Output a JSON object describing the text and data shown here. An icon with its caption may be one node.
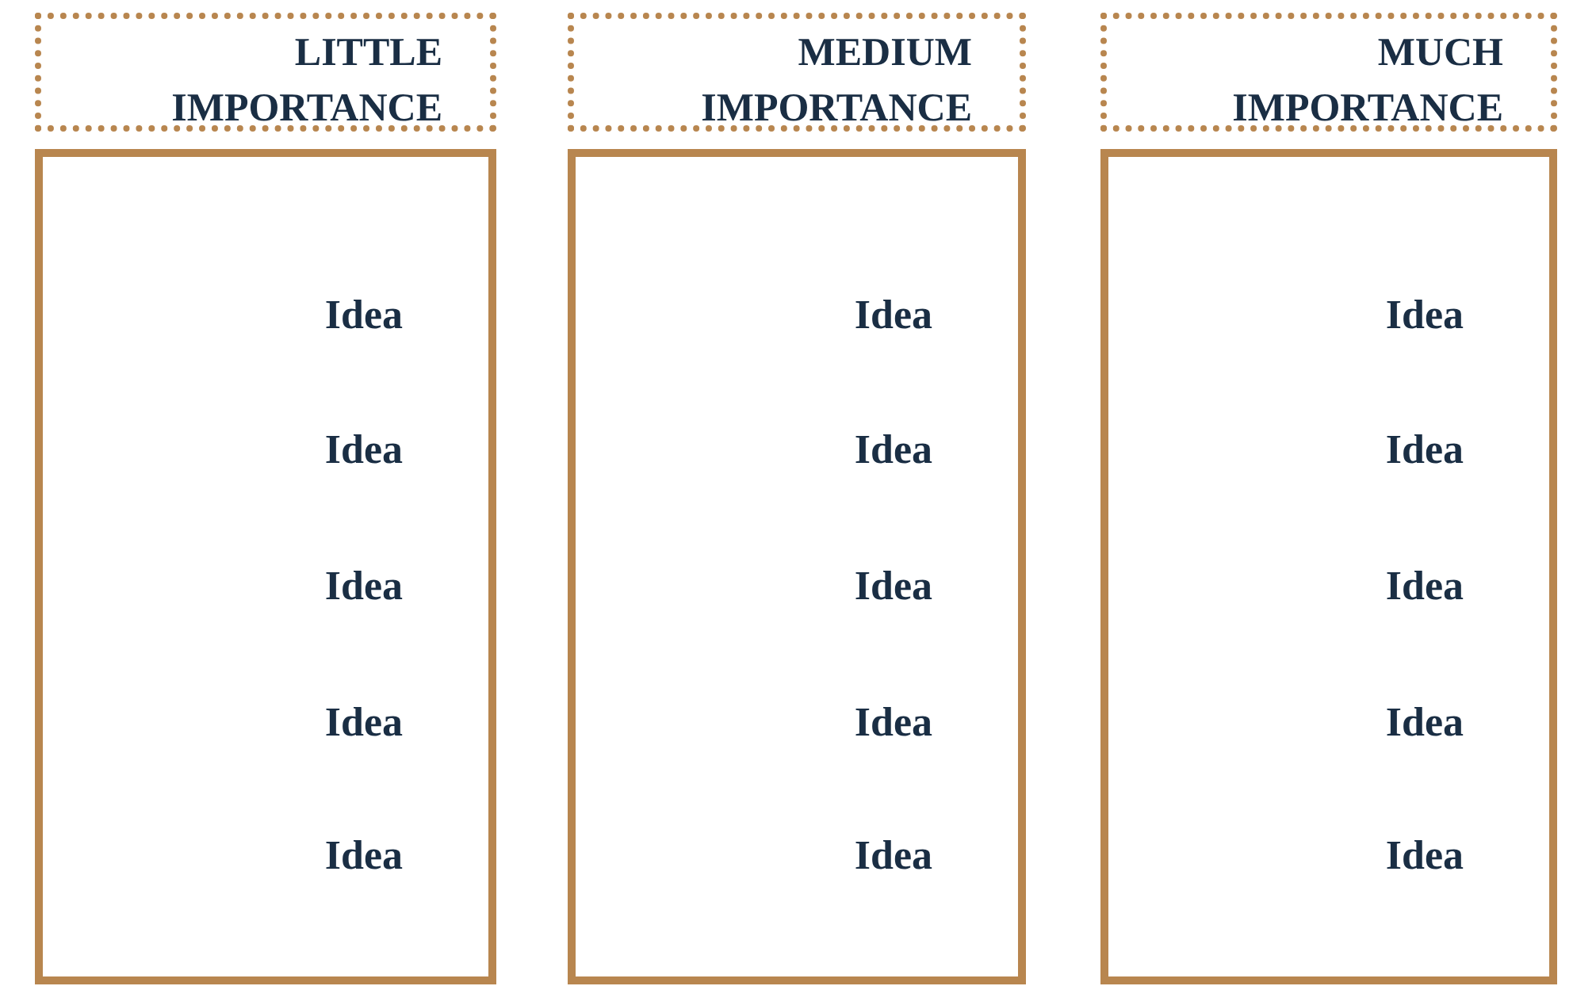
{
  "diagram": {
    "nodes": [
      {
        "text": [
          "LITTLE IMPORTANCE"
        ]
      },
      {
        "text": [
          "MEDIUM IMPORTANCE"
        ]
      },
      {
        "text": [
          "MUCH IMPORTANCE"
        ]
      },
      {
        "text": [
          "Idea",
          "Idea",
          "Idea",
          "Idea",
          "Idea"
        ]
      },
      {
        "text": [
          "Idea",
          "Idea",
          "Idea",
          "Idea",
          "Idea"
        ]
      },
      {
        "text": [
          "Idea",
          "Idea",
          "Idea",
          "Idea",
          "Idea"
        ]
      }
    ]
  }
}
